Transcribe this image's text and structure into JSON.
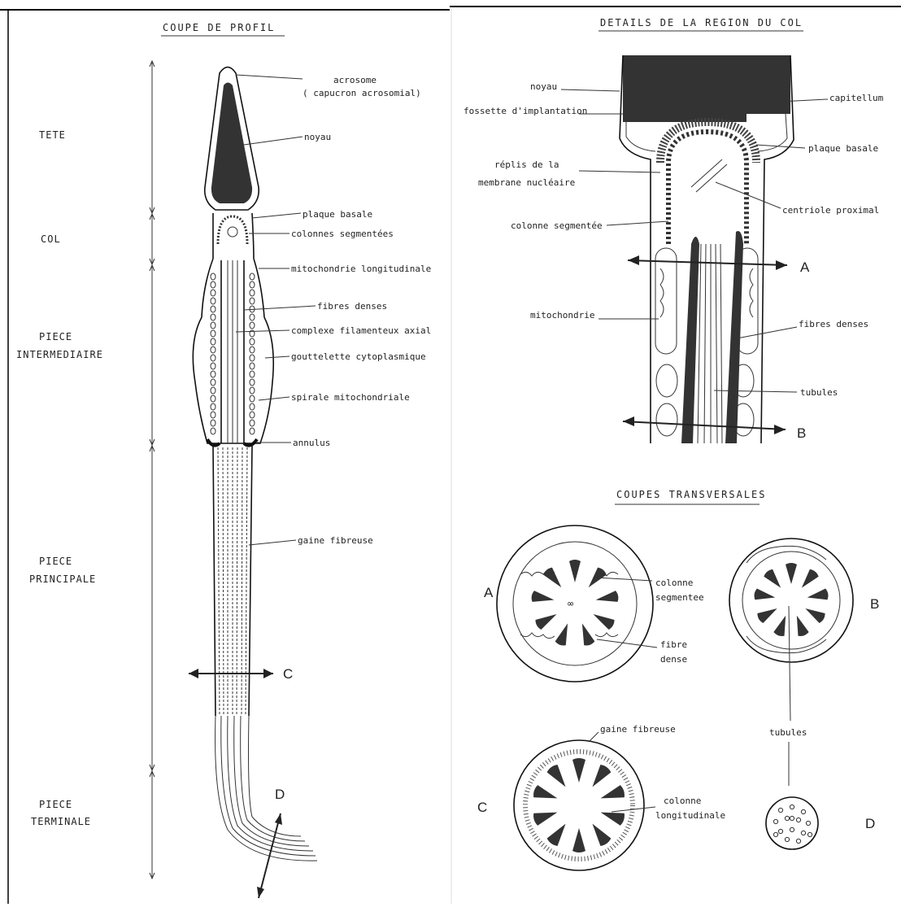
{
  "left_panel": {
    "title": "COUPE DE PROFIL",
    "sections": {
      "tete": "TETE",
      "col": "COL",
      "piece_intermediaire_1": "PIECE",
      "piece_intermediaire_2": "INTERMEDIAIRE",
      "piece_principale_1": "PIECE",
      "piece_principale_2": "PRINCIPALE",
      "piece_terminale_1": "PIECE",
      "piece_terminale_2": "TERMINALE"
    },
    "labels": {
      "acrosome": "acrosome",
      "capuchon": "( capucron acrosomial)",
      "noyau": "noyau",
      "plaque_basale": "plaque basale",
      "colonnes_segmentees": "colonnes segmentées",
      "mitochondrie_longitudinale": "mitochondrie longitudinale",
      "fibres_denses": "fibres denses",
      "complexe": "complexe filamenteux axial",
      "gouttelette": "gouttelette cytoplasmique",
      "spirale": "spirale mitochondriale",
      "annulus": "annulus",
      "gaine_fibreuse": "gaine fibreuse",
      "arrow_c": "C",
      "arrow_d": "D"
    }
  },
  "right_panel": {
    "title": "DETAILS DE LA REGION DU COL",
    "labels": {
      "noyau": "noyau",
      "fossette": "fossette d'implantation",
      "replis_1": "réplis de la",
      "replis_2": "membrane nucléaire",
      "colonne_segmentee": "colonne segmentée",
      "mitochondrie": "mitochondrie",
      "capitellum": "capitellum",
      "plaque_basale": "plaque basale",
      "centriole": "centriole proximal",
      "fibres_denses": "fibres denses",
      "tubules": "tubules",
      "arrow_a": "A",
      "arrow_b": "B"
    }
  },
  "cross_sections": {
    "title": "COUPES TRANSVERSALES",
    "labels": {
      "a": "A",
      "b": "B",
      "c": "C",
      "d": "D",
      "colonne_segmentee_1": "colonne",
      "colonne_segmentee_2": "segmentee",
      "fibre_dense_1": "fibre",
      "fibre_dense_2": "dense",
      "gaine_fibreuse": "gaine fibreuse",
      "tubules": "tubules",
      "colonne_longitudinale_1": "colonne",
      "colonne_longitudinale_2": "longitudinale"
    }
  },
  "colors": {
    "ink": "#222222",
    "fill_dark": "#333333"
  }
}
